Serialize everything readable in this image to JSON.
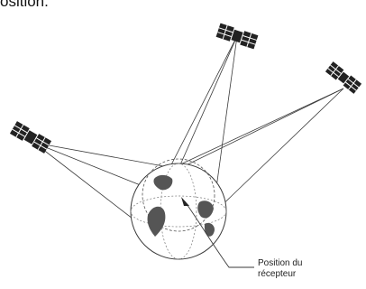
{
  "header_fragment": "osition.",
  "receiver_label": {
    "line1": "Position du",
    "line2": "récepteur"
  },
  "colors": {
    "line": "#3a3a3a",
    "satellite": "#222222",
    "land": "#555555"
  },
  "icons": {
    "satellite": "satellite-icon",
    "globe": "globe-icon"
  }
}
